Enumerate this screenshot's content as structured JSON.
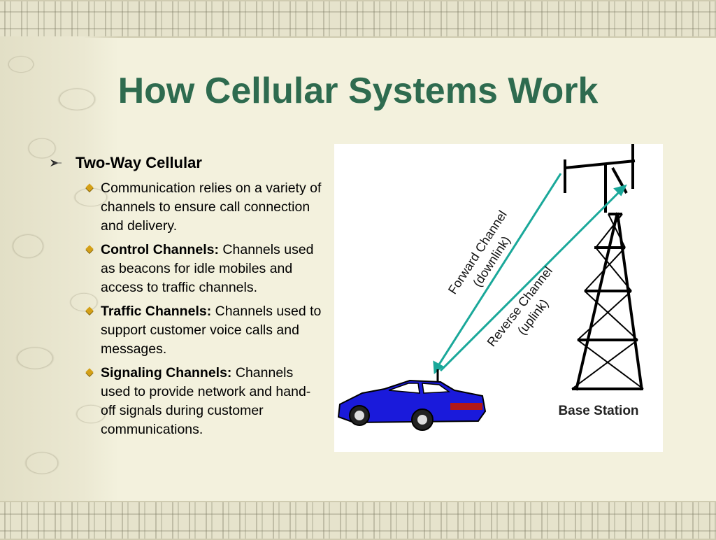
{
  "slide": {
    "title": "How Cellular Systems Work",
    "colors": {
      "title": "#2e6b4f",
      "bullet": "#d4a017",
      "background": "#f3f1dd"
    },
    "main_bullet": "Two-Way Cellular",
    "sub_bullets": [
      {
        "bold": "",
        "text": "Communication relies on a variety of channels to ensure call connection and delivery."
      },
      {
        "bold": "Control Channels:",
        "text": " Channels used as beacons for idle mobiles and access to traffic channels."
      },
      {
        "bold": "Traffic Channels:",
        "text": " Channels used to support customer voice calls and messages."
      },
      {
        "bold": "Signaling Channels:",
        "text": " Channels used to provide network and hand-off signals during customer communications."
      }
    ]
  },
  "figure": {
    "forward_label_1": "Forward Channel",
    "forward_label_2": "(downlink)",
    "reverse_label_1": "Reverse Channel",
    "reverse_label_2": "(uplink)",
    "base_station_label": "Base Station",
    "link_color": "#1aa89a",
    "car_color": "#1a1adb"
  }
}
